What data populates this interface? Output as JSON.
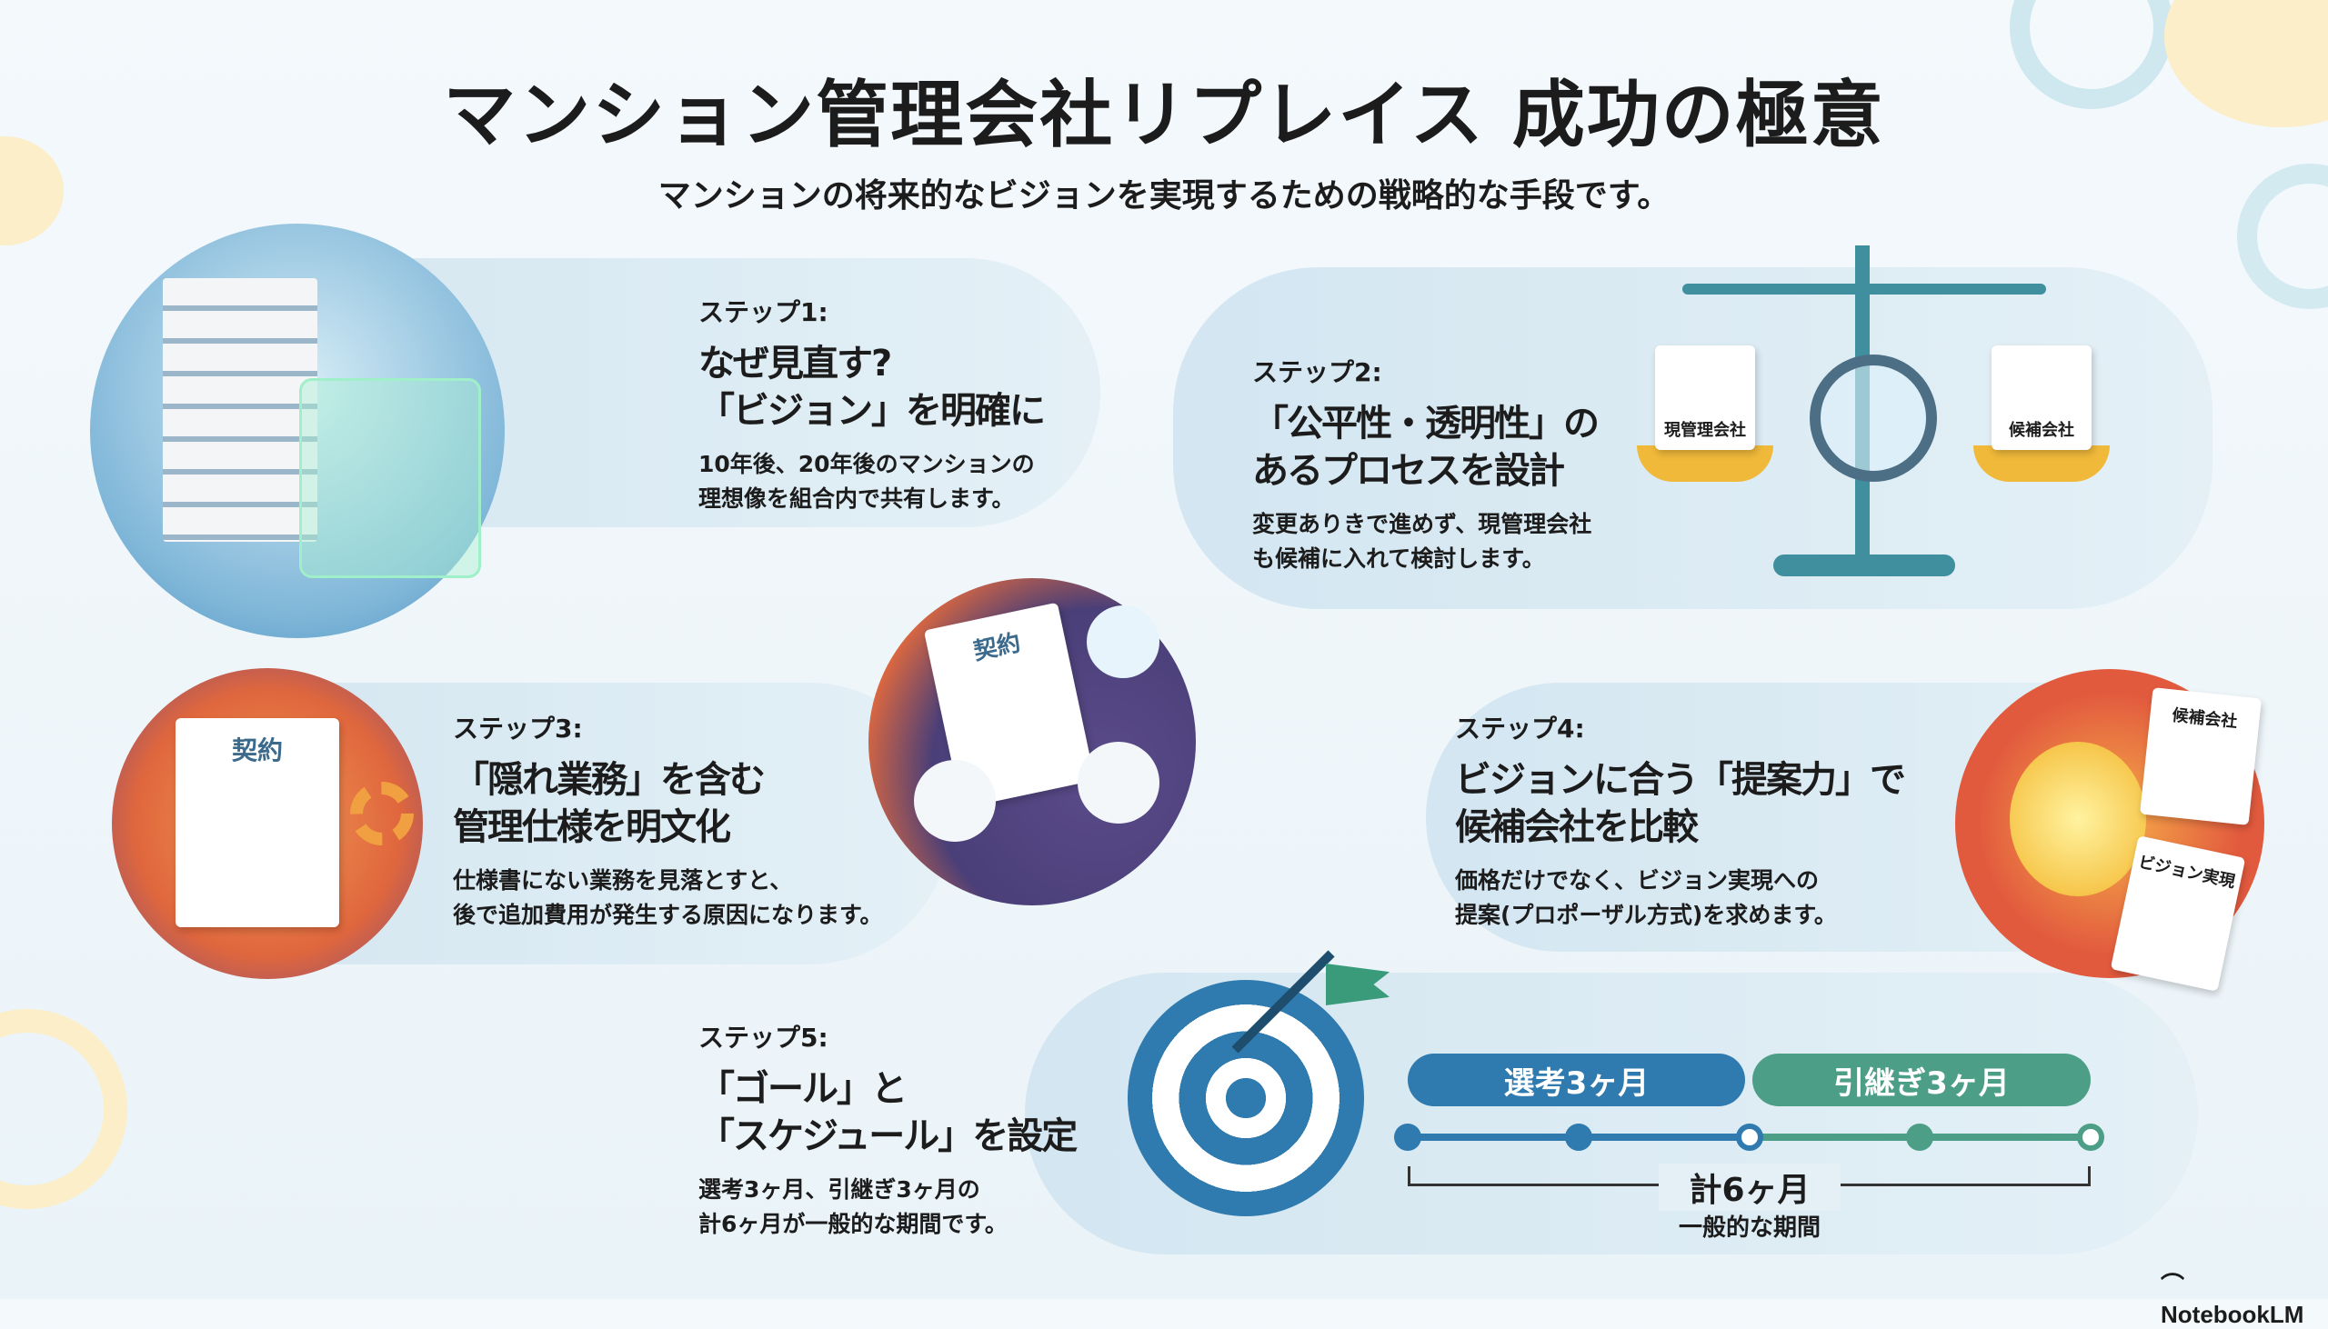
{
  "title": "マンション管理会社リプレイス 成功の極意",
  "subtitle": "マンションの将来的なビジョンを実現するための戦略的な手段です。",
  "steps": [
    {
      "label": "ステップ1:",
      "heading": [
        "なぜ見直す?",
        "「ビジョン」を明確に"
      ],
      "body": [
        "10年後、20年後のマンションの",
        "理想像を組合内で共有します。"
      ]
    },
    {
      "label": "ステップ2:",
      "heading": [
        "「公平性・透明性」の",
        "あるプロセスを設計"
      ],
      "body": [
        "変更ありきで進めず、現管理会社",
        "も候補に入れて検討します。"
      ]
    },
    {
      "label": "ステップ3:",
      "heading": [
        "「隠れ業務」を含む",
        "管理仕様を明文化"
      ],
      "body": [
        "仕様書にない業務を見落とすと、",
        "後で追加費用が発生する原因になります。"
      ]
    },
    {
      "label": "ステップ4:",
      "heading": [
        "ビジョンに合う「提案力」で",
        "候補会社を比較"
      ],
      "body": [
        "価格だけでなく、ビジョン実現への",
        "提案(プロポーザル方式)を求めます。"
      ]
    },
    {
      "label": "ステップ5:",
      "heading": [
        "「ゴール」と",
        "「スケジュール」を設定"
      ],
      "body": [
        "選考3ヶ月、引継ぎ3ヶ月の",
        "計6ヶ月が一般的な期間です。"
      ]
    }
  ],
  "illustrations": {
    "scale_left": "現管理会社",
    "scale_right": "候補会社",
    "contract": "契約",
    "contract2": "契約",
    "doc_candidate": "候補会社",
    "doc_vision": "ビジョン実現"
  },
  "timeline": {
    "phase1": "選考3ヶ月",
    "phase2": "引継ぎ3ヶ月",
    "total": "計6ヶ月",
    "total_note": "一般的な期間",
    "colors": {
      "phase1": "#2f7aae",
      "phase2": "#4c9f86"
    }
  },
  "brand": "NotebookLM"
}
